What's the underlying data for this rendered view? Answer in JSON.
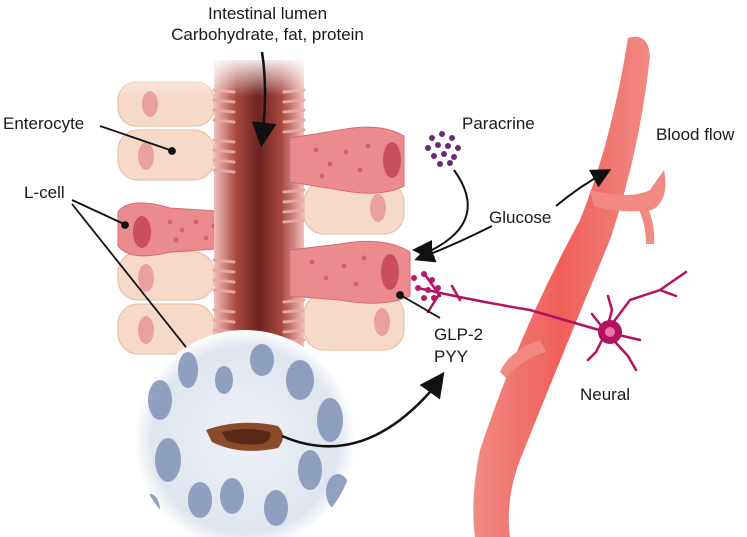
{
  "lumen": {
    "title": "Intestinal lumen",
    "nutrients": "Carbohydrate, fat, protein"
  },
  "labels": {
    "enterocyte": "Enterocyte",
    "l_cell": "L-cell",
    "paracrine": "Paracrine",
    "blood_flow": "Blood flow",
    "glucose": "Glucose",
    "glp2": "GLP-2",
    "pyy": "PYY",
    "neural": "Neural"
  },
  "colors": {
    "lumen": "#7a2a28",
    "enterocyte": "#f7d9c7",
    "l_cell": "#eb8b8d",
    "nucleus": "#d0575e",
    "vessel": "#f06c66",
    "neuron": "#b3125f",
    "granules": "#6b2a78",
    "secreted": "#b31c6a"
  }
}
